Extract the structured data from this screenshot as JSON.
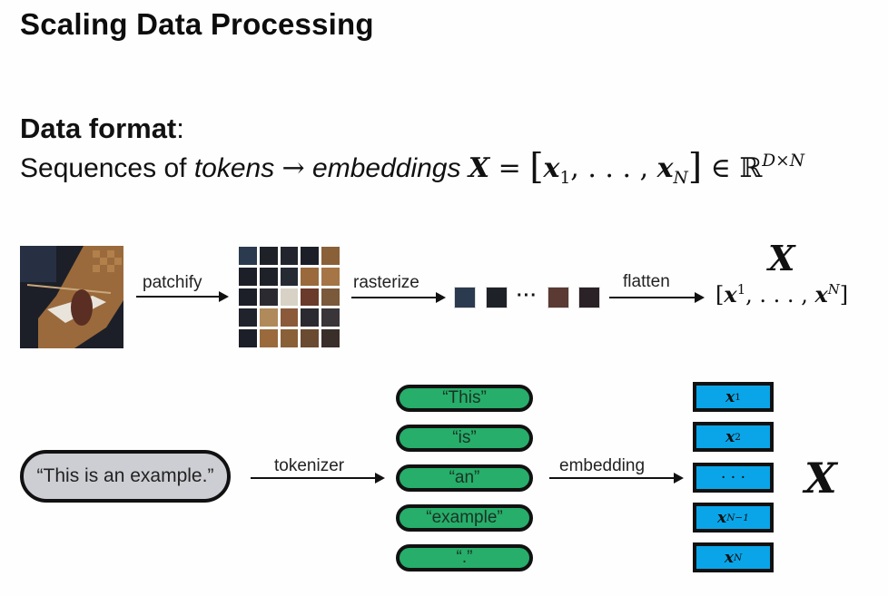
{
  "slide": {
    "title": "Scaling Data Processing",
    "section_heading": "Data format",
    "section_colon": ":",
    "description": {
      "prefix": "Sequences of ",
      "word_tokens": "tokens",
      "arrow": "→",
      "word_embeddings": "embeddings",
      "formula_X": "X",
      "formula_eq": " = ",
      "formula_open": "[",
      "formula_x": "x",
      "formula_sub1": "1",
      "formula_mid": ", . . . , ",
      "formula_subN": "N",
      "formula_close": "]",
      "formula_in": " ∈ ",
      "formula_R": "ℝ",
      "formula_sup": "D×N"
    }
  },
  "image_pipeline": {
    "steps": [
      {
        "label": "patchify"
      },
      {
        "label": "rasterize"
      },
      {
        "label": "flatten"
      }
    ],
    "ellipsis": "···",
    "output_symbol": "X",
    "output_open": "[",
    "output_x": "x",
    "output_sup1": "1",
    "output_mid": ", . . . , ",
    "output_supN": "N",
    "output_close": "]",
    "colors": {
      "patch_tiles": [
        "#2b3a4e",
        "#1f2128",
        "#5a3a32",
        "#2a2226"
      ]
    }
  },
  "text_pipeline": {
    "sentence": "“This is an example.”",
    "tokenizer_label": "tokenizer",
    "embedding_label": "embedding",
    "tokens": [
      "“This”",
      "“is”",
      "“an”",
      "“example”",
      "“.”"
    ],
    "embeddings": [
      {
        "base": "x",
        "sup": "1"
      },
      {
        "base": "x",
        "sup": "2"
      },
      {
        "base": "· · ·",
        "sup": ""
      },
      {
        "base": "x",
        "sup": "N−1"
      },
      {
        "base": "x",
        "sup": "N"
      }
    ],
    "output_symbol": "X",
    "colors": {
      "sentence_fill": "#cdced3",
      "token_fill": "#27ae6a",
      "embedding_fill": "#0aa5e8"
    }
  }
}
